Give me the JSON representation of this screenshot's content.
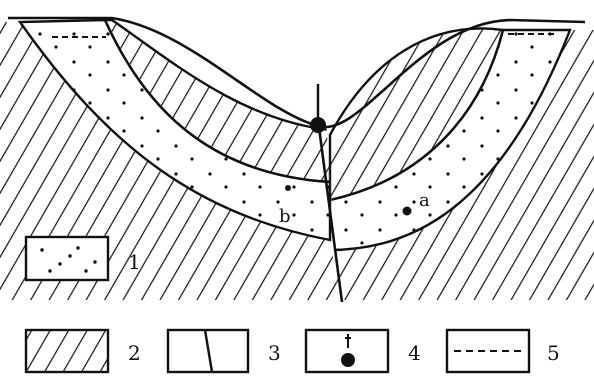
{
  "diagram": {
    "point_labels": {
      "a": "a",
      "b": "b"
    },
    "legend": [
      {
        "id": "1",
        "label": "1",
        "icon": "dotted-sandstone-swatch"
      },
      {
        "id": "2",
        "label": "2",
        "icon": "diagonal-hatch-swatch"
      },
      {
        "id": "3",
        "label": "3",
        "icon": "fault-line-swatch"
      },
      {
        "id": "4",
        "label": "4",
        "icon": "well-symbol-swatch"
      },
      {
        "id": "5",
        "label": "5",
        "icon": "dashed-line-swatch"
      }
    ]
  }
}
